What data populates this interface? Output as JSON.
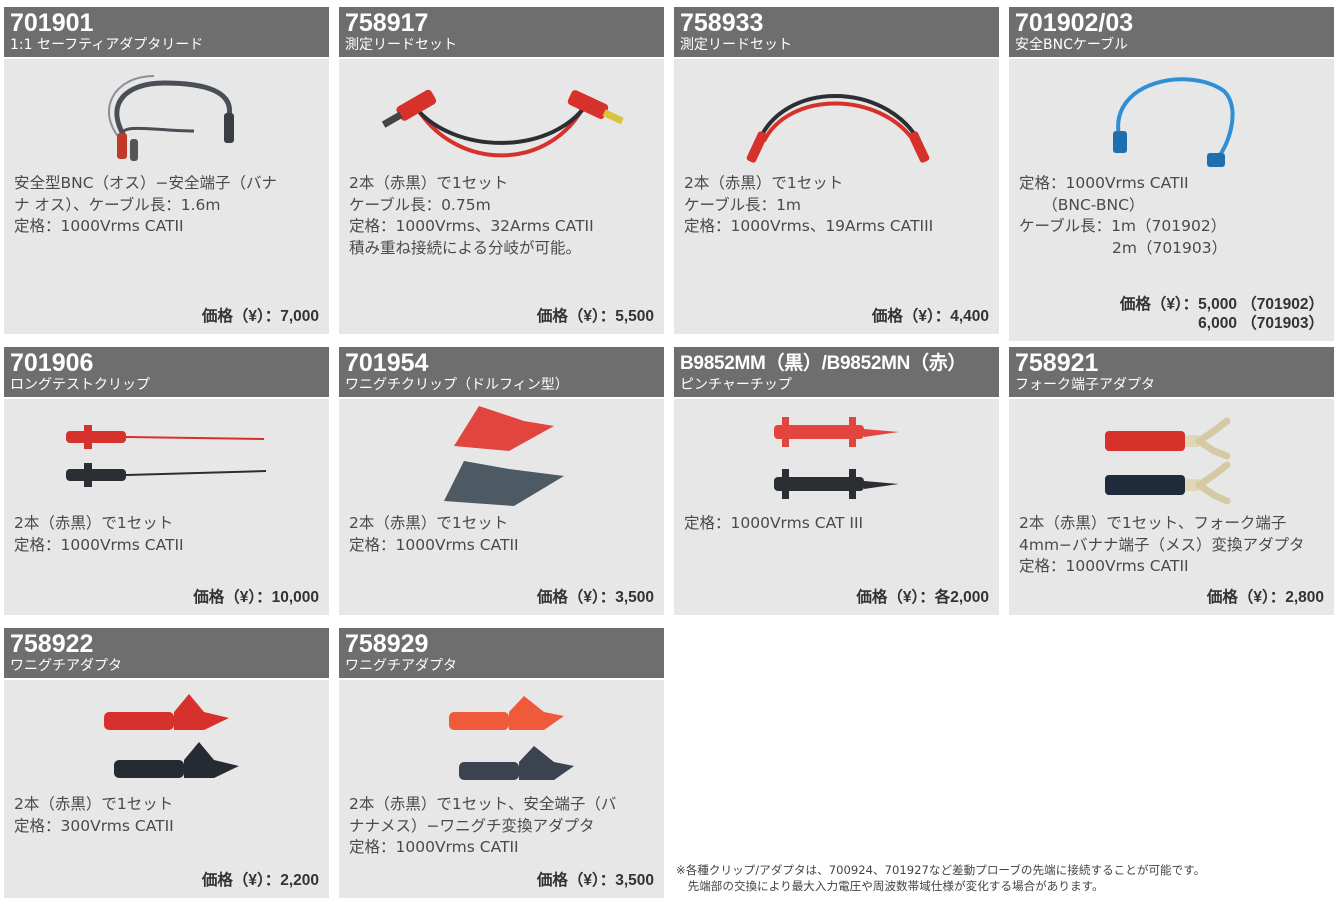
{
  "products": [
    {
      "id": "701901",
      "name": "1:1 セーフティアダプタリード",
      "desc": [
        "安全型BNC（オス）−安全端子（バナ",
        "ナ オス）、ケーブル長：1.6m",
        "定格：1000Vrms CATII"
      ],
      "price": [
        "価格（¥）：7,000"
      ]
    },
    {
      "id": "758917",
      "name": "測定リードセット",
      "desc": [
        "2本（赤黒）で1セット",
        "ケーブル長：0.75m",
        "定格：1000Vrms、32Arms CATII",
        "積み重ね接続による分岐が可能。"
      ],
      "price": [
        "価格（¥）：5,500"
      ]
    },
    {
      "id": "758933",
      "name": "測定リードセット",
      "desc": [
        "2本（赤黒）で1セット",
        "ケーブル長：1m",
        "定格：1000Vrms、19Arms CATIII"
      ],
      "price": [
        "価格（¥）：4,400"
      ]
    },
    {
      "id": "701902/03",
      "name": "安全BNCケーブル",
      "desc": [
        "定格：1000Vrms CATII",
        "　　（BNC-BNC）",
        "ケーブル長：1m（701902）",
        "　　　　　　2m（701903）"
      ],
      "price": [
        "価格（¥）：5,000 （701902）",
        "6,000 （701903）"
      ]
    },
    {
      "id": "701906",
      "name": "ロングテストクリップ",
      "desc": [
        "2本（赤黒）で1セット",
        "定格：1000Vrms CATII"
      ],
      "price": [
        "価格（¥）：10,000"
      ]
    },
    {
      "id": "701954",
      "name": "ワニグチクリップ（ドルフィン型）",
      "desc": [
        "2本（赤黒）で1セット",
        "定格：1000Vrms CATII"
      ],
      "price": [
        "価格（¥）：3,500"
      ]
    },
    {
      "id": "B9852MM（黒）/B9852MN（赤）",
      "name": "ピンチャーチップ",
      "desc": [
        "定格：1000Vrms CAT III"
      ],
      "price": [
        "価格（¥）：各2,000"
      ]
    },
    {
      "id": "758921",
      "name": "フォーク端子アダプタ",
      "desc": [
        "2本（赤黒）で1セット、フォーク端子",
        "4mm−バナナ端子（メス）変換アダプタ",
        "定格：1000Vrms CATII"
      ],
      "price": [
        "価格（¥）：2,800"
      ]
    },
    {
      "id": "758922",
      "name": "ワニグチアダプタ",
      "desc": [
        "2本（赤黒）で1セット",
        "定格：300Vrms CATII"
      ],
      "price": [
        "価格（¥）：2,200"
      ]
    },
    {
      "id": "758929",
      "name": "ワニグチアダプタ",
      "desc": [
        "2本（赤黒）で1セット、安全端子（バ",
        "ナナメス）−ワニグチ変換アダプタ",
        "定格：1000Vrms CATII"
      ],
      "price": [
        "価格（¥）：3,500"
      ]
    }
  ],
  "footnote": [
    "※各種クリップ/アダプタは、700924、701927など差動プローブの先端に接続することが可能です。",
    "　先端部の交換により最大入力電圧や周波数帯域仕様が変化する場合があります。"
  ],
  "colors": {
    "header": "#6e6e6e",
    "card": "#e7e7e7",
    "red": "#d6312b",
    "black": "#2b2e33",
    "blue": "#2f8fd6"
  }
}
